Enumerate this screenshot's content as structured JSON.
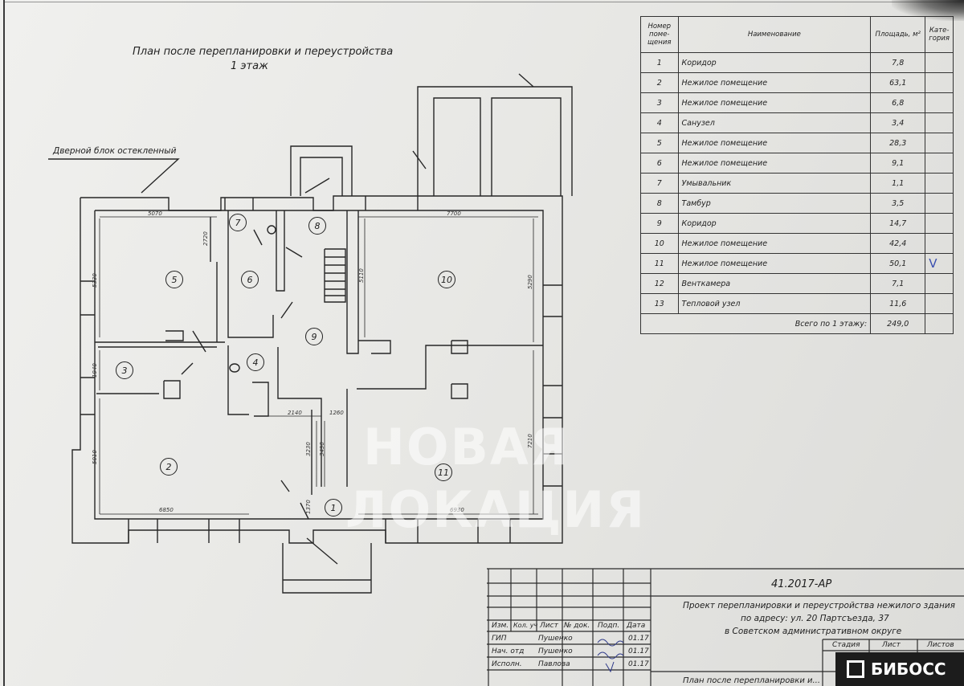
{
  "plan": {
    "title_line1": "План после перепланировки и переустройства",
    "title_line2": "1 этаж",
    "door_note": "Дверной блок остекленный",
    "room_numbers": [
      "1",
      "2",
      "3",
      "4",
      "5",
      "6",
      "7",
      "8",
      "9",
      "10",
      "11"
    ],
    "dims": [
      "5070",
      "7700",
      "2720",
      "5330",
      "5110",
      "5290",
      "1940",
      "5010",
      "6850",
      "6930",
      "2140",
      "1260",
      "3230",
      "3490",
      "1370",
      "7210"
    ]
  },
  "table": {
    "headers": {
      "num": "Номер поме-щения",
      "name": "Наименование",
      "area": "Площадь, м²",
      "extra": "Кате-гория"
    },
    "rows": [
      {
        "num": "1",
        "name": "Коридор",
        "area": "7,8"
      },
      {
        "num": "2",
        "name": "Нежилое помещение",
        "area": "63,1"
      },
      {
        "num": "3",
        "name": "Нежилое помещение",
        "area": "6,8"
      },
      {
        "num": "4",
        "name": "Санузел",
        "area": "3,4"
      },
      {
        "num": "5",
        "name": "Нежилое помещение",
        "area": "28,3"
      },
      {
        "num": "6",
        "name": "Нежилое помещение",
        "area": "9,1"
      },
      {
        "num": "7",
        "name": "Умывальник",
        "area": "1,1"
      },
      {
        "num": "8",
        "name": "Тамбур",
        "area": "3,5"
      },
      {
        "num": "9",
        "name": "Коридор",
        "area": "14,7"
      },
      {
        "num": "10",
        "name": "Нежилое помещение",
        "area": "42,4"
      },
      {
        "num": "11",
        "name": "Нежилое помещение",
        "area": "50,1"
      },
      {
        "num": "12",
        "name": "Венткамера",
        "area": "7,1"
      },
      {
        "num": "13",
        "name": "Тепловой узел",
        "area": "11,6"
      }
    ],
    "total_label": "Всего по 1 этажу:",
    "total_value": "249,0",
    "check_mark": "V"
  },
  "titleblock": {
    "code": "41.2017-АР",
    "project_line1": "Проект перепланировки и переустройства нежилого здания",
    "project_line2": "по адресу: ул. 20 Партсъезда, 37",
    "project_line3": "в Советском административном округе",
    "col_izm": "Изм.",
    "col_kol": "Кол. уч",
    "col_list": "Лист",
    "col_ndok": "№ док.",
    "col_podp": "Подп.",
    "col_data": "Дата",
    "row1_role": "ГИП",
    "row1_name": "Пушенко",
    "row1_date": "01.17",
    "row2_role": "Нач. отд",
    "row2_name": "Пушенко",
    "row2_date": "01.17",
    "row3_role": "Исполн.",
    "row3_name": "Павлова",
    "row3_date": "01.17",
    "stage": "Стадия",
    "sheet": "Лист",
    "sheets": "Листов",
    "bottom_text": "План после перепланировки и..."
  },
  "watermark": {
    "line1": "НОВАЯ",
    "line2": "ЛОКАЦИЯ"
  },
  "logo": {
    "text": "БИБОСС"
  }
}
